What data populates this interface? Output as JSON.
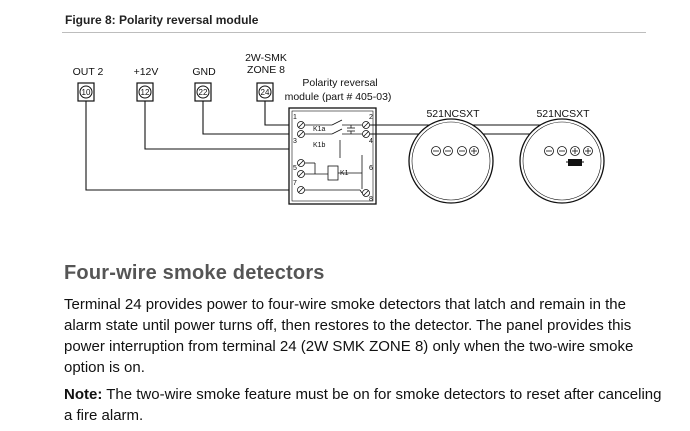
{
  "figure": {
    "caption": "Figure 8: Polarity reversal module",
    "terminals": [
      {
        "label": "OUT 2",
        "number": "10"
      },
      {
        "label": "+12V",
        "number": "12"
      },
      {
        "label": "GND",
        "number": "22"
      },
      {
        "label": "2W-SMK",
        "label2": "ZONE 8",
        "number": "24"
      }
    ],
    "module": {
      "title": "Polarity reversal",
      "subtitle": "module (part # 405-03)",
      "relay_a": "K1a",
      "relay_b": "K1b",
      "relay_coil": "K1",
      "pins": [
        "1",
        "2",
        "3",
        "4",
        "5",
        "6",
        "7",
        "8"
      ]
    },
    "detectors": [
      {
        "label": "521NCSXT"
      },
      {
        "label": "521NCSXT"
      }
    ]
  },
  "section": {
    "heading": "Four-wire smoke detectors",
    "paragraph": "Terminal 24 provides power to four-wire smoke detectors that latch and remain in the alarm state until power turns off, then restores to the detector. The panel provides this power interruption from terminal 24 (2W SMK ZONE 8) only when the two-wire smoke option is on.",
    "note_label": "Note:",
    "note_text": " The two-wire smoke feature must be on for smoke detectors to reset after canceling a fire alarm."
  }
}
